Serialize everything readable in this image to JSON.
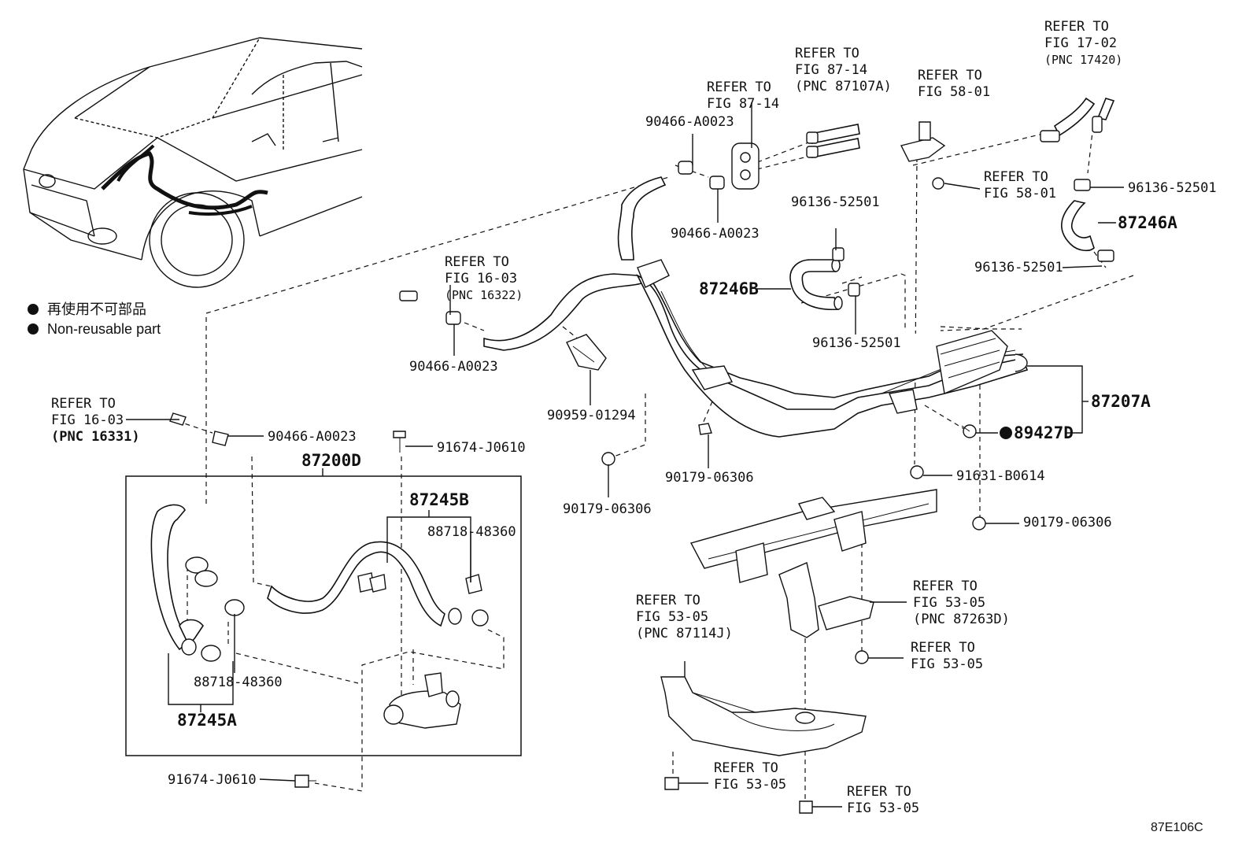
{
  "legend": {
    "jp": "再使用不可部品",
    "en": "Non-reusable part"
  },
  "diagram_code": "87E106C",
  "refs": {
    "r_fig16_03_a": [
      "REFER TO",
      "FIG 16-03",
      "(PNC 16322)"
    ],
    "r_fig16_03_b": [
      "REFER TO",
      "FIG 16-03",
      "(PNC 16331)"
    ],
    "r_fig87_14_a": [
      "REFER TO",
      "FIG 87-14"
    ],
    "r_fig87_14_b": [
      "REFER TO",
      "FIG 87-14",
      "(PNC 87107A)"
    ],
    "r_fig58_01_a": [
      "REFER TO",
      "FIG 58-01"
    ],
    "r_fig58_01_b": [
      "REFER TO",
      "FIG 58-01"
    ],
    "r_fig17_02": [
      "REFER TO",
      "FIG 17-02",
      "(PNC 17420)"
    ],
    "r_fig53_05_a": [
      "REFER TO",
      "FIG 53-05",
      "(PNC 87114J)"
    ],
    "r_fig53_05_b": [
      "REFER TO",
      "FIG 53-05",
      "(PNC 87263D)"
    ],
    "r_fig53_05_c": [
      "REFER TO",
      "FIG 53-05"
    ],
    "r_fig53_05_d": [
      "REFER TO",
      "FIG 53-05"
    ],
    "r_fig53_05_e": [
      "REFER TO",
      "FIG 53-05"
    ]
  },
  "parts": {
    "p90466_1": "90466-A0023",
    "p90466_2": "90466-A0023",
    "p90466_3": "90466-A0023",
    "p90466_4": "90466-A0023",
    "p96136_1": "96136-52501",
    "p96136_2": "96136-52501",
    "p96136_3": "96136-52501",
    "p96136_4": "96136-52501",
    "p87246A": "87246A",
    "p87246B": "87246B",
    "p87207A": "87207A",
    "p89427D": "89427D",
    "p90959": "90959-01294",
    "p90179_1": "90179-06306",
    "p90179_2": "90179-06306",
    "p90179_3": "90179-06306",
    "p91631": "91631-B0614",
    "p91674_1": "91674-J0610",
    "p91674_2": "91674-J0610",
    "p87200D": "87200D",
    "p87245B": "87245B",
    "p87245A": "87245A",
    "p88718_1": "88718-48360",
    "p88718_2": "88718-48360"
  }
}
